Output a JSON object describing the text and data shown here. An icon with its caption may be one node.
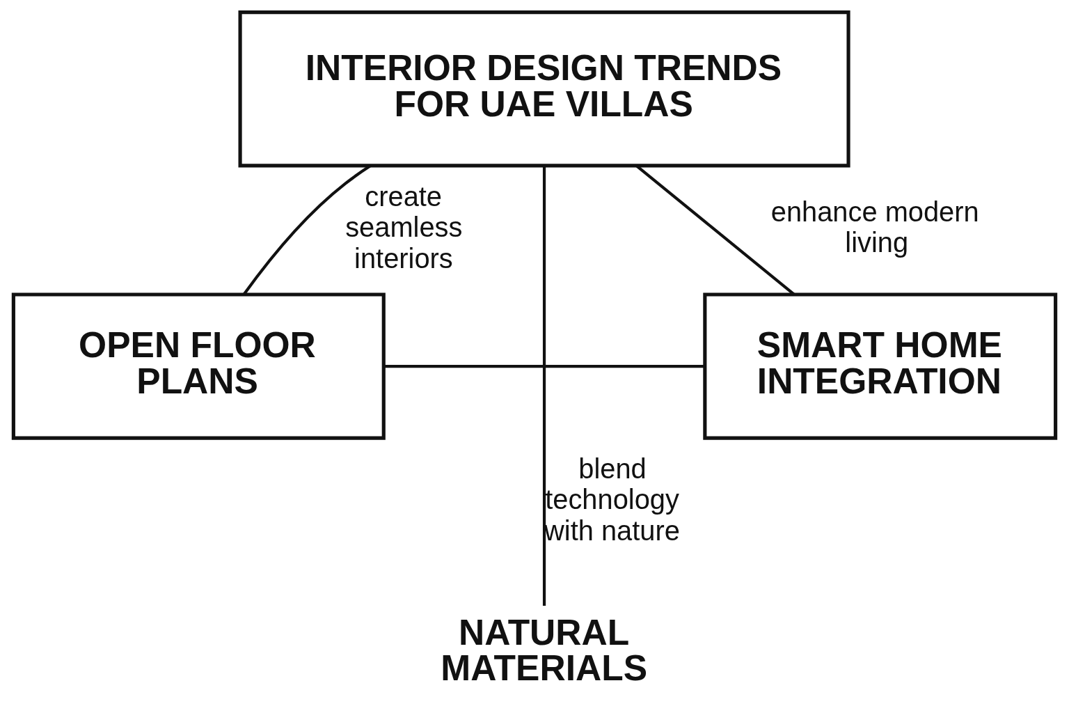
{
  "diagram": {
    "nodes": [
      {
        "text": [
          "INTERIOR DESIGN TRENDS FOR UAE VILLAS"
        ]
      },
      {
        "text": [
          "OPEN FLOOR PLANS"
        ]
      },
      {
        "text": [
          "NATURAL MATERIALS"
        ]
      },
      {
        "text": [
          "SMART HOME INTEGRATION"
        ]
      }
    ],
    "edges": [
      {
        "from": 0,
        "to": 1,
        "arrow": "none",
        "label": "create seamless interiors"
      },
      {
        "from": 0,
        "to": 2,
        "arrow": "none",
        "label": "blend technology with nature"
      },
      {
        "from": 0,
        "to": 3,
        "arrow": "none",
        "label": "enhance modern living"
      },
      {
        "from": 1,
        "to": 3,
        "arrow": "none"
      }
    ]
  }
}
